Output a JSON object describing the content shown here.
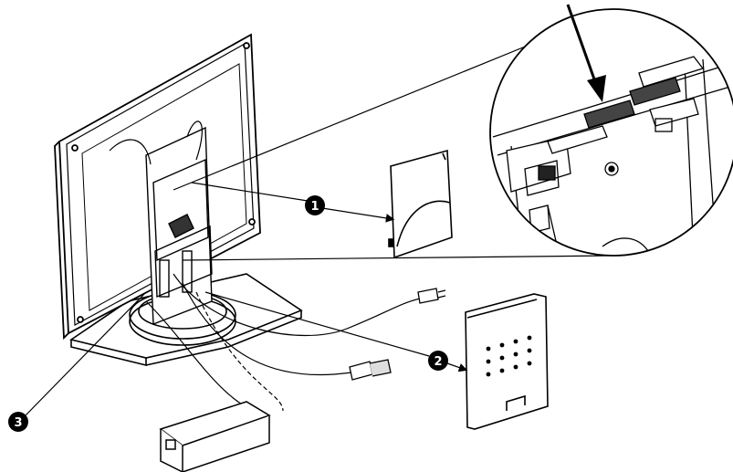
{
  "callouts": [
    {
      "id": "1",
      "label": "1"
    },
    {
      "id": "2",
      "label": "2"
    },
    {
      "id": "3",
      "label": "3"
    }
  ],
  "colors": {
    "line": "#000000",
    "background": "#ffffff",
    "callout_fill": "#000000",
    "callout_text": "#ffffff"
  }
}
